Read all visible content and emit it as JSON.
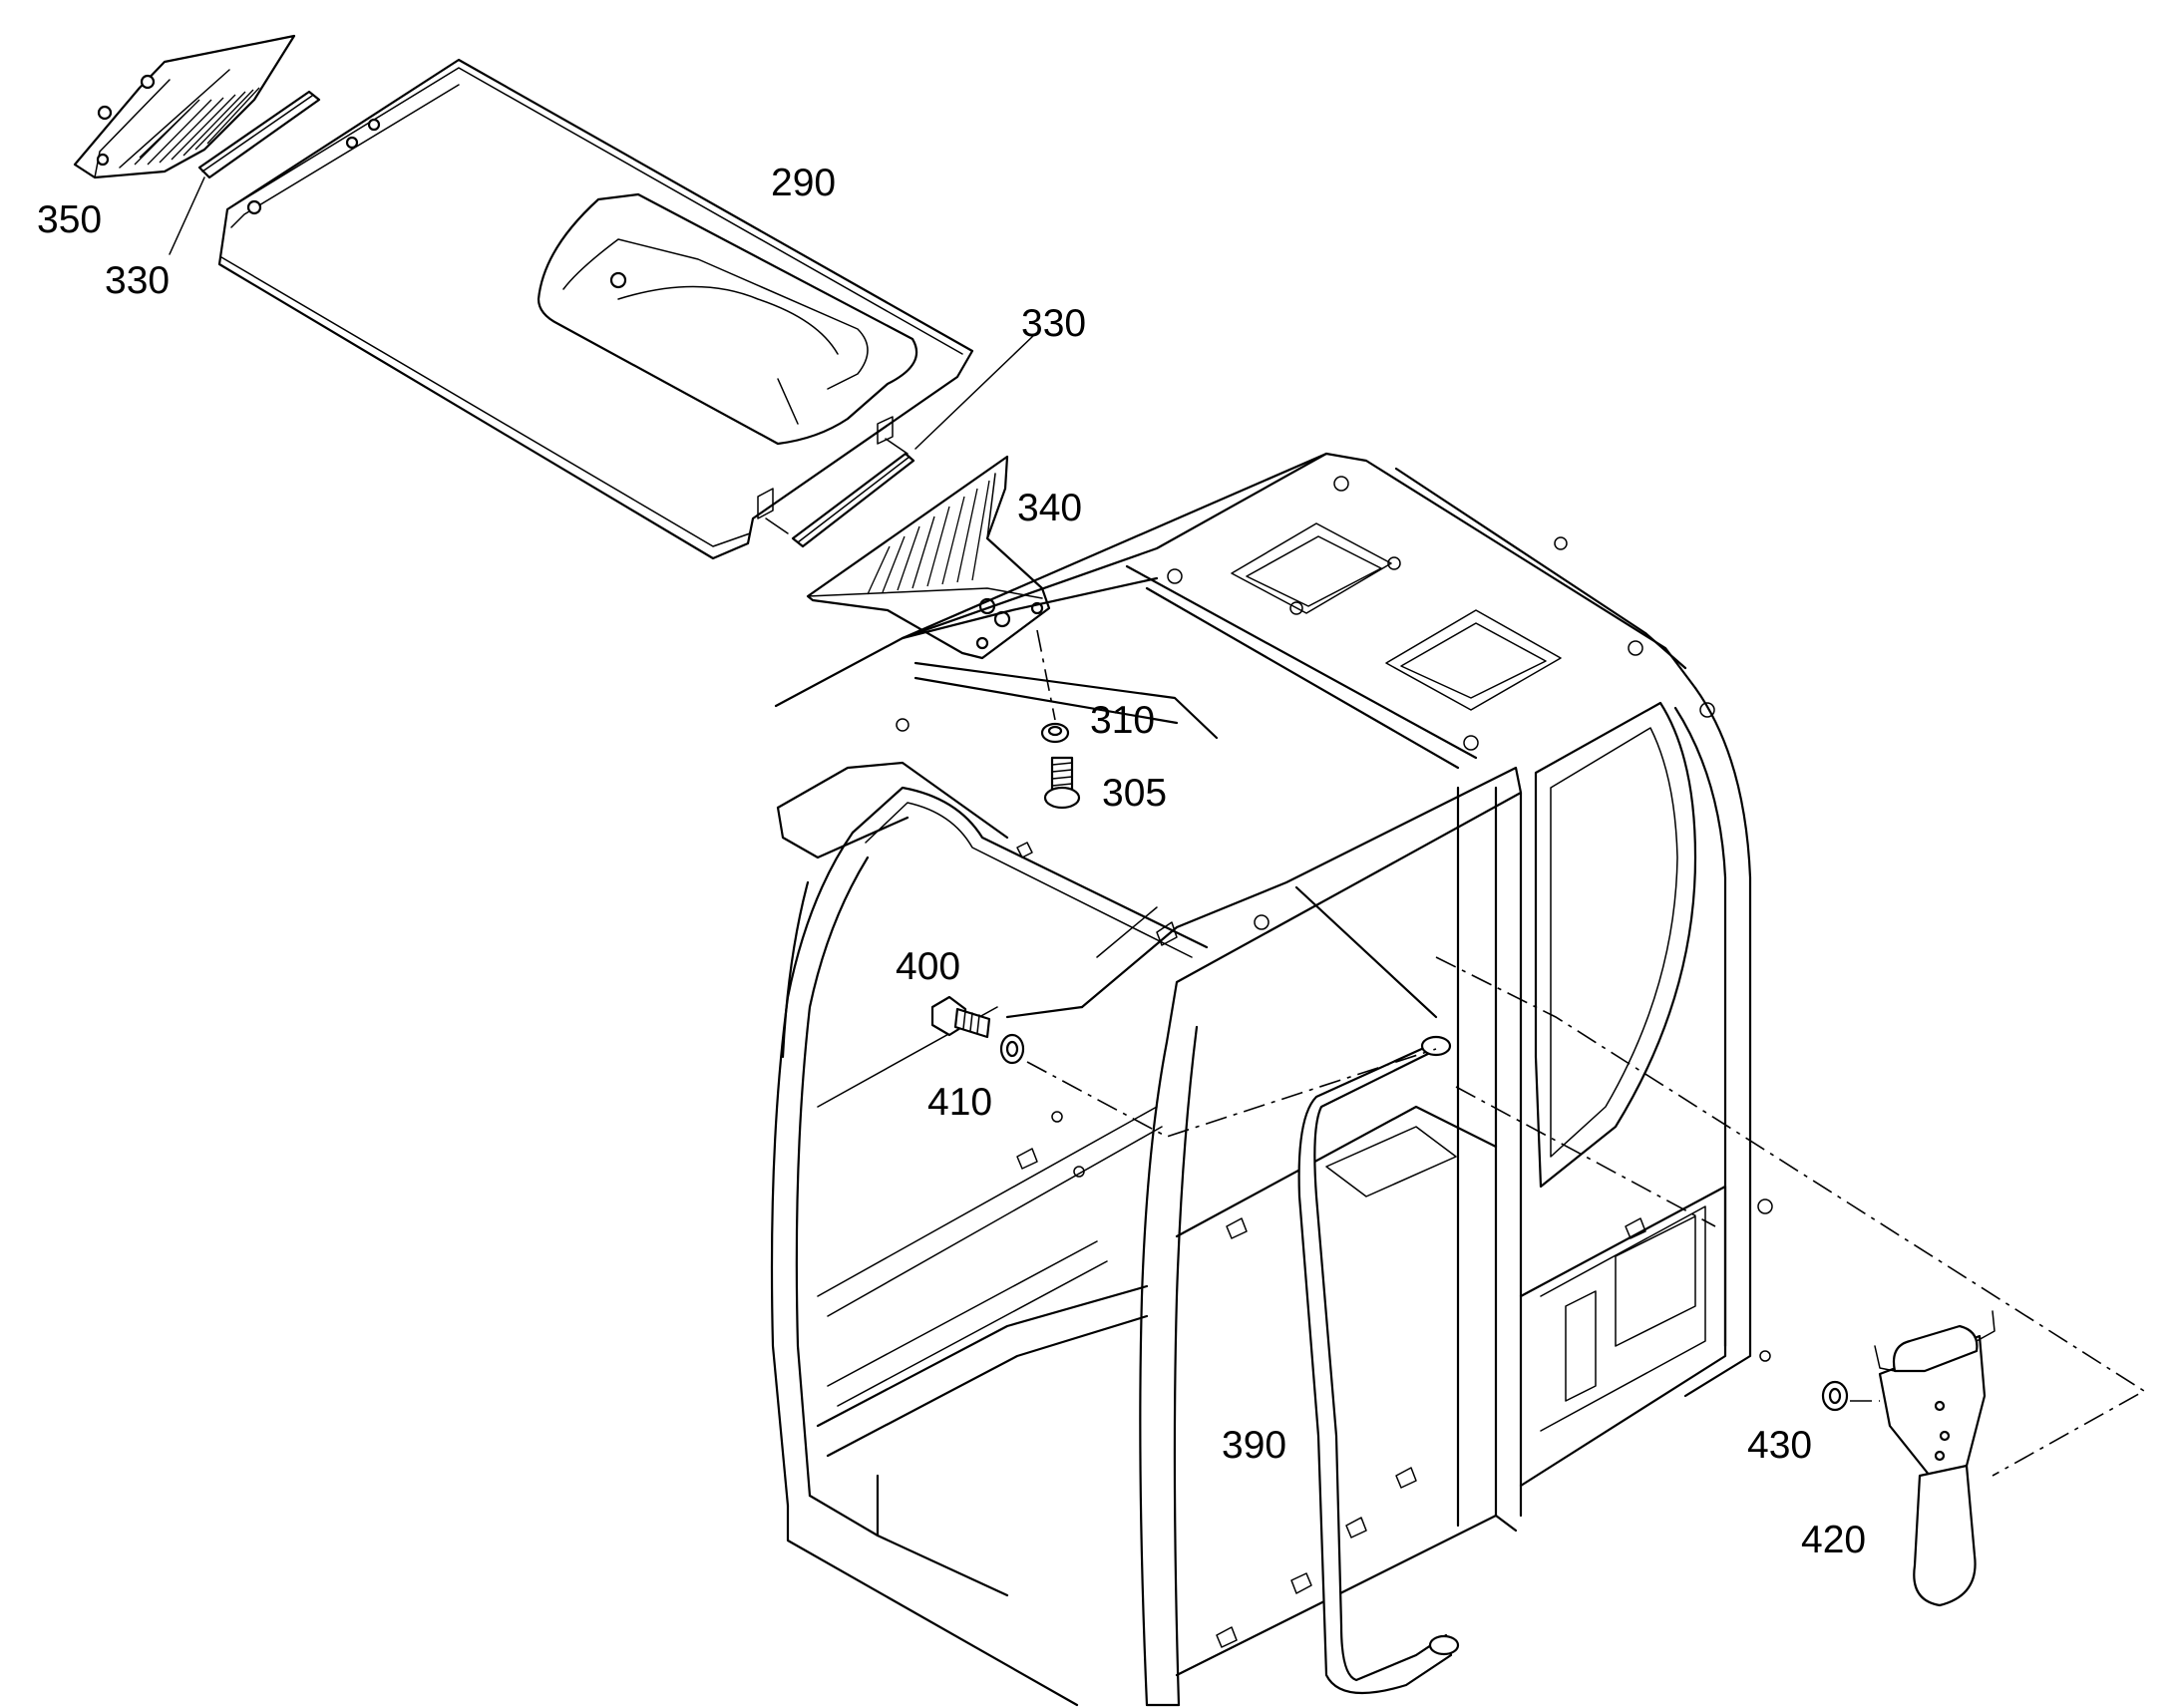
{
  "labels": {
    "p290": "290",
    "p350": "350",
    "p330a": "330",
    "p330b": "330",
    "p340": "340",
    "p310": "310",
    "p305": "305",
    "p400": "400",
    "p410": "410",
    "p390": "390",
    "p430": "430",
    "p420": "420"
  }
}
